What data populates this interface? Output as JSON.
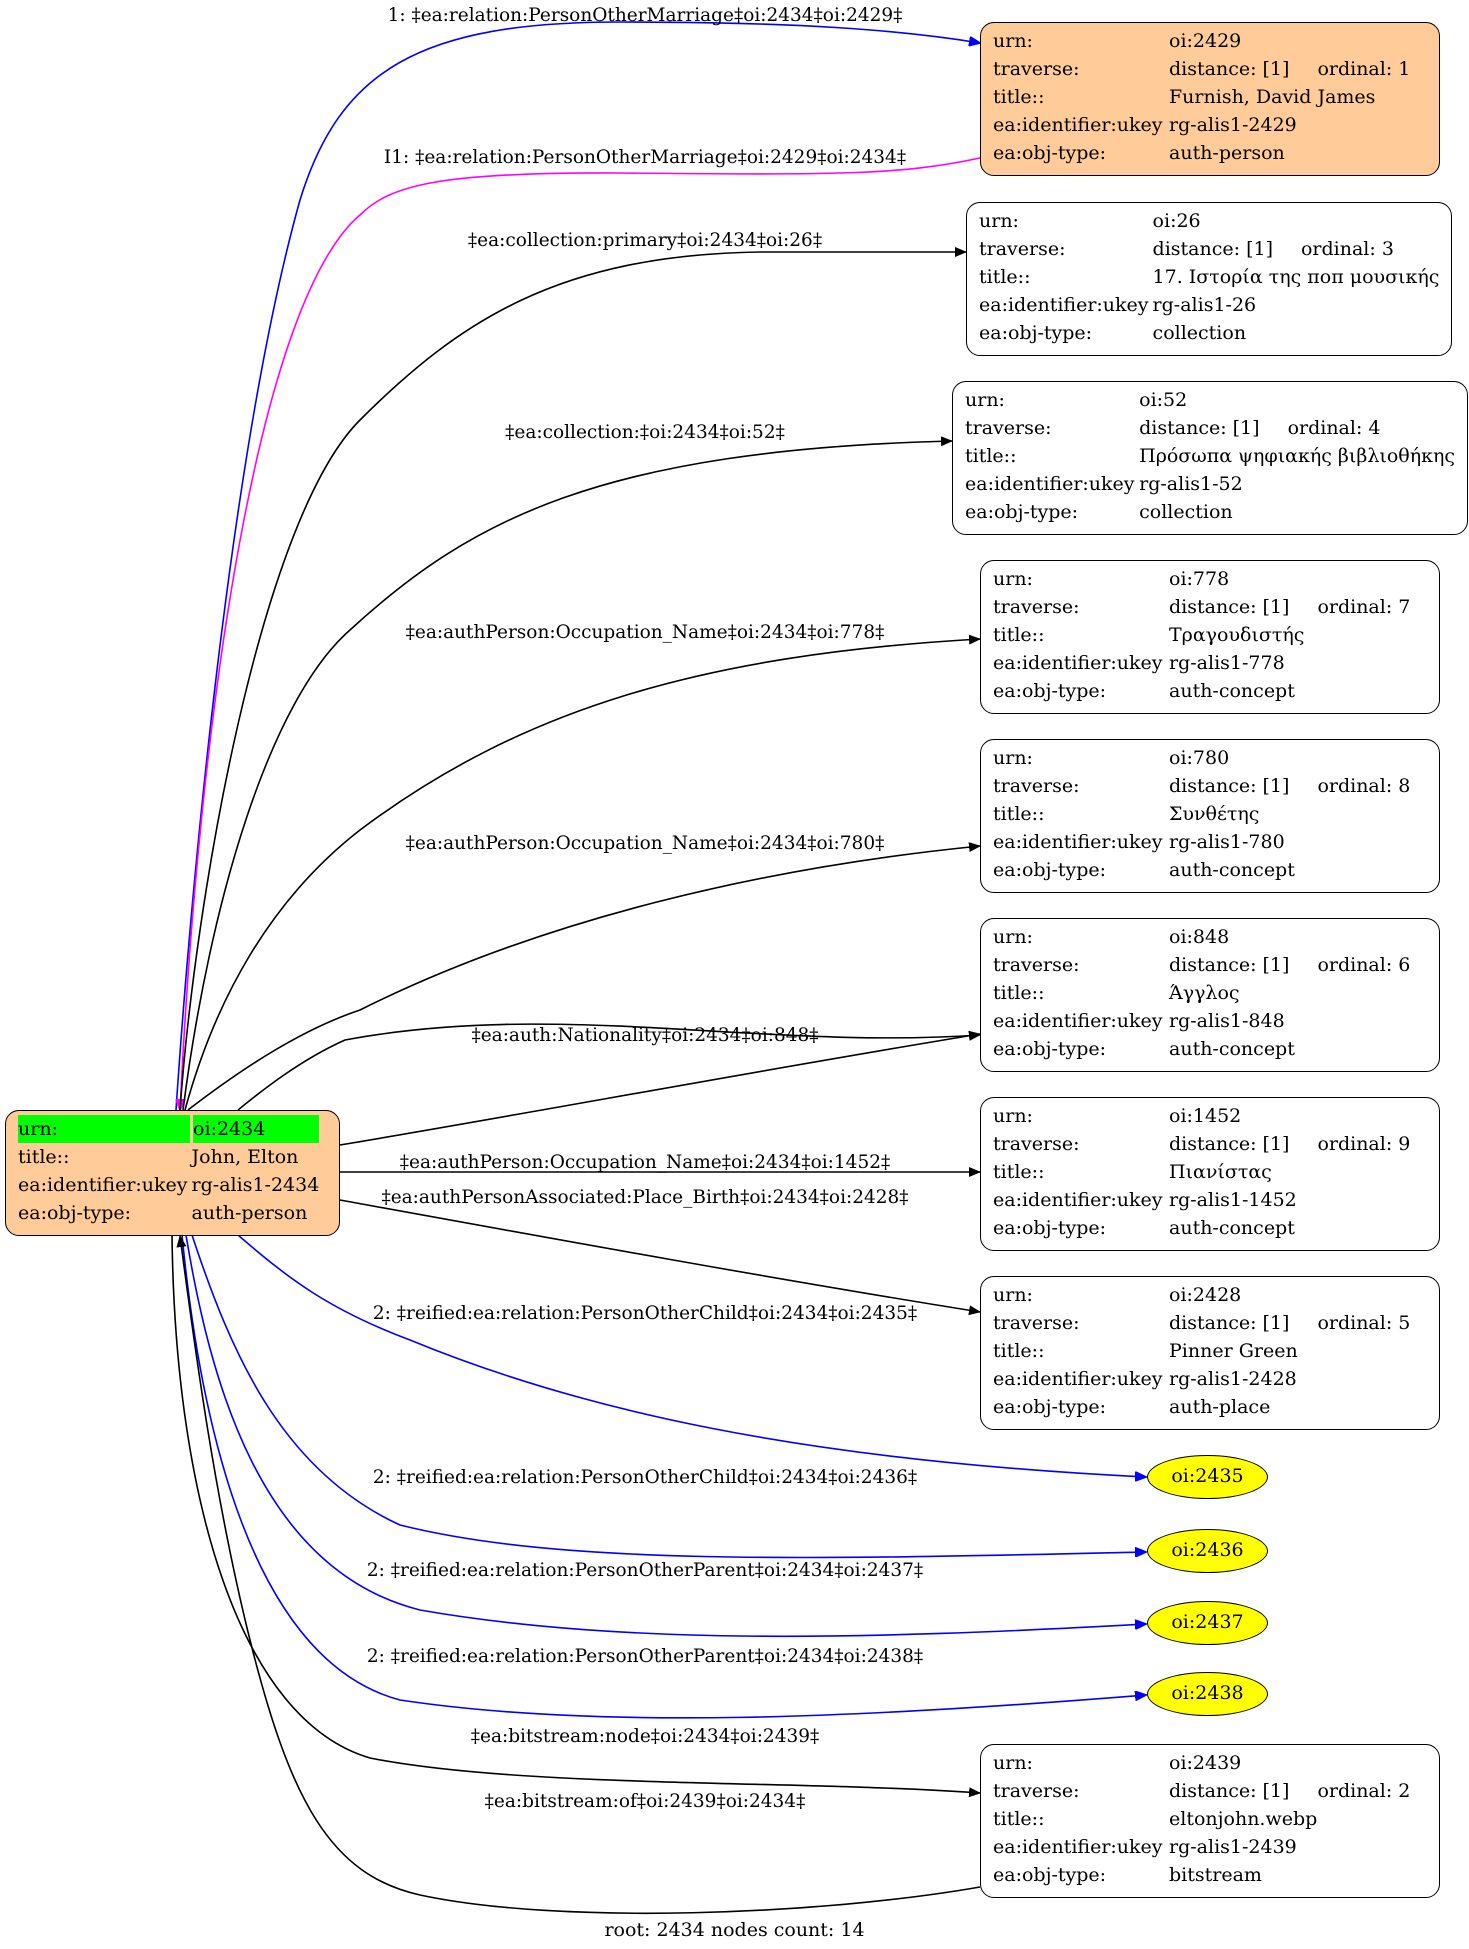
{
  "root": {
    "rows": [
      {
        "key": "urn:",
        "value": "oi:2434"
      },
      {
        "key": "title::",
        "value": "John, Elton"
      },
      {
        "key": "ea:identifier:ukey",
        "value": "rg-alis1-2434"
      },
      {
        "key": "ea:obj-type:",
        "value": "auth-person"
      }
    ],
    "fill": "#ffcc99",
    "highlight": "#00ff00"
  },
  "nodes": [
    {
      "id": "n2429",
      "urn": "oi:2429",
      "distance": "distance: [1]",
      "ordinal": "ordinal: 1",
      "title": "Furnish, David James",
      "ukey": "rg-alis1-2429",
      "objtype": "auth-person",
      "fill": "#ffcc99"
    },
    {
      "id": "n26",
      "urn": "oi:26",
      "distance": "distance: [1]",
      "ordinal": "ordinal: 3",
      "title": "17. Ιστορία της ποπ μουσικής",
      "ukey": "rg-alis1-26",
      "objtype": "collection",
      "fill": "#ffffff"
    },
    {
      "id": "n52",
      "urn": "oi:52",
      "distance": "distance: [1]",
      "ordinal": "ordinal: 4",
      "title": "Πρόσωπα ψηφιακής βιβλιοθήκης",
      "ukey": "rg-alis1-52",
      "objtype": "collection",
      "fill": "#ffffff"
    },
    {
      "id": "n778",
      "urn": "oi:778",
      "distance": "distance: [1]",
      "ordinal": "ordinal: 7",
      "title": "Τραγουδιστής",
      "ukey": "rg-alis1-778",
      "objtype": "auth-concept",
      "fill": "#ffffff"
    },
    {
      "id": "n780",
      "urn": "oi:780",
      "distance": "distance: [1]",
      "ordinal": "ordinal: 8",
      "title": "Συνθέτης",
      "ukey": "rg-alis1-780",
      "objtype": "auth-concept",
      "fill": "#ffffff"
    },
    {
      "id": "n848",
      "urn": "oi:848",
      "distance": "distance: [1]",
      "ordinal": "ordinal: 6",
      "title": "Άγγλος",
      "ukey": "rg-alis1-848",
      "objtype": "auth-concept",
      "fill": "#ffffff"
    },
    {
      "id": "n1452",
      "urn": "oi:1452",
      "distance": "distance: [1]",
      "ordinal": "ordinal: 9",
      "title": "Πιανίστας",
      "ukey": "rg-alis1-1452",
      "objtype": "auth-concept",
      "fill": "#ffffff"
    },
    {
      "id": "n2428",
      "urn": "oi:2428",
      "distance": "distance: [1]",
      "ordinal": "ordinal: 5",
      "title": "Pinner Green",
      "ukey": "rg-alis1-2428",
      "objtype": "auth-place",
      "fill": "#ffffff"
    },
    {
      "id": "n2439",
      "urn": "oi:2439",
      "distance": "distance: [1]",
      "ordinal": "ordinal: 2",
      "title": "eltonjohn.webp",
      "ukey": "rg-alis1-2439",
      "objtype": "bitstream",
      "fill": "#ffffff"
    }
  ],
  "row_keys": {
    "urn": "urn:",
    "traverse": "traverse:",
    "title": "title::",
    "ukey": "ea:identifier:ukey",
    "objtype": "ea:obj-type:"
  },
  "ellipses": [
    {
      "id": "e2435",
      "label": "oi:2435"
    },
    {
      "id": "e2436",
      "label": "oi:2436"
    },
    {
      "id": "e2437",
      "label": "oi:2437"
    },
    {
      "id": "e2438",
      "label": "oi:2438"
    }
  ],
  "edges": [
    {
      "id": "ed1",
      "label": "1: ‡ea:relation:PersonOtherMarriage‡oi:2434‡oi:2429‡",
      "color": "#0000ff"
    },
    {
      "id": "ed2",
      "label": "I1: ‡ea:relation:PersonOtherMarriage‡oi:2429‡oi:2434‡",
      "color": "#ff00ff"
    },
    {
      "id": "ed3",
      "label": "‡ea:collection:primary‡oi:2434‡oi:26‡",
      "color": "#000000"
    },
    {
      "id": "ed4",
      "label": "‡ea:collection:‡oi:2434‡oi:52‡",
      "color": "#000000"
    },
    {
      "id": "ed5",
      "label": "‡ea:authPerson:Occupation_Name‡oi:2434‡oi:778‡",
      "color": "#000000"
    },
    {
      "id": "ed6",
      "label": "‡ea:authPerson:Occupation_Name‡oi:2434‡oi:780‡",
      "color": "#000000"
    },
    {
      "id": "ed7",
      "label": "‡ea:auth:Nationality‡oi:2434‡oi:848‡",
      "color": "#000000"
    },
    {
      "id": "ed8",
      "label": "‡ea:authPerson:Occupation_Name‡oi:2434‡oi:1452‡",
      "color": "#000000"
    },
    {
      "id": "ed9",
      "label": "‡ea:authPersonAssociated:Place_Birth‡oi:2434‡oi:2428‡",
      "color": "#000000"
    },
    {
      "id": "ed10",
      "label": "2: ‡reified:ea:relation:PersonOtherChild‡oi:2434‡oi:2435‡",
      "color": "#0000ff"
    },
    {
      "id": "ed11",
      "label": "2: ‡reified:ea:relation:PersonOtherChild‡oi:2434‡oi:2436‡",
      "color": "#0000ff"
    },
    {
      "id": "ed12",
      "label": "2: ‡reified:ea:relation:PersonOtherParent‡oi:2434‡oi:2437‡",
      "color": "#0000ff"
    },
    {
      "id": "ed13",
      "label": "2: ‡reified:ea:relation:PersonOtherParent‡oi:2434‡oi:2438‡",
      "color": "#0000ff"
    },
    {
      "id": "ed14",
      "label": "‡ea:bitstream:node‡oi:2434‡oi:2439‡",
      "color": "#000000"
    },
    {
      "id": "ed15",
      "label": "‡ea:bitstream:of‡oi:2439‡oi:2434‡",
      "color": "#000000"
    }
  ],
  "footer": "root: 2434 nodes count: 14"
}
